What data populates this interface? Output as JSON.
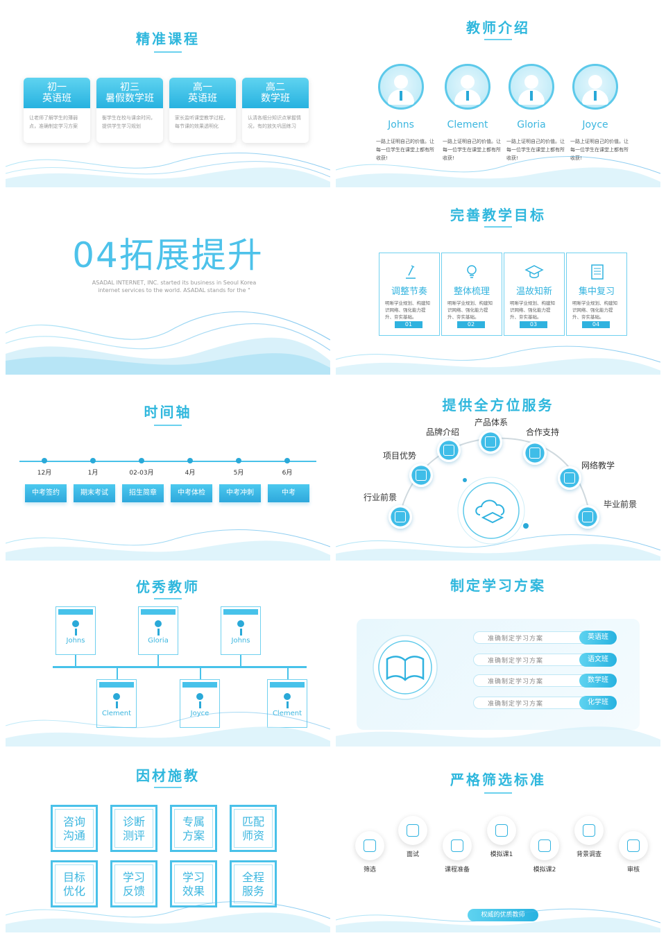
{
  "colors": {
    "accent": "#2fb7dd",
    "accent_dark": "#2aa9d8",
    "accent_light": "#6ad1ee"
  },
  "slide1": {
    "title": "精准课程",
    "courses": [
      {
        "line1": "初一",
        "line2": "英语班",
        "desc": "让老师了解学生的薄弱点，准确制定学习方案"
      },
      {
        "line1": "初三",
        "line2": "暑假数学班",
        "desc": "衡学生在校与课余时间，提供学生学习规划"
      },
      {
        "line1": "高一",
        "line2": "英语班",
        "desc": "家长监听课堂教学过程，每节课的效果透明化"
      },
      {
        "line1": "高二",
        "line2": "数学班",
        "desc": "认清各细分知识点掌握情况，有的放矢巩固练习"
      }
    ]
  },
  "slide2": {
    "title": "教师介绍",
    "teachers": [
      {
        "name": "Johns",
        "desc": "一路上证明自己的价值。让每一位学生在课堂上都有所收获!"
      },
      {
        "name": "Clement",
        "desc": "一路上证明自己的价值。让每一位学生在课堂上都有所收获!"
      },
      {
        "name": "Gloria",
        "desc": "一路上证明自己的价值。让每一位学生在课堂上都有所收获!"
      },
      {
        "name": "Joyce",
        "desc": "一路上证明自己的价值。让每一位学生在课堂上都有所收获!"
      }
    ]
  },
  "slide3": {
    "title": "04拓展提升",
    "subtitle": "ASADAL INTERNET, INC. started its business in Seoul Korea internet services to the world. ASADAL stands for the \""
  },
  "slide4": {
    "title": "完善教学目标",
    "goals": [
      {
        "title": "调整节奏",
        "desc": "明晰学业规划、构建知识网络、强化能力提升、夯实基础。",
        "num": "01",
        "icon": "microscope-icon"
      },
      {
        "title": "整体梳理",
        "desc": "明晰学业规划、构建知识网络、强化能力提升、夯实基础。",
        "num": "02",
        "icon": "lightbulb-icon"
      },
      {
        "title": "温故知新",
        "desc": "明晰学业规划、构建知识网络、强化能力提升、夯实基础。",
        "num": "03",
        "icon": "graduation-cap-icon"
      },
      {
        "title": "集中复习",
        "desc": "明晰学业规划、构建知识网络、强化能力提升、夯实基础。",
        "num": "04",
        "icon": "notebook-icon"
      }
    ]
  },
  "slide5": {
    "title": "时间轴",
    "items": [
      {
        "date": "12月",
        "label": "中考签约"
      },
      {
        "date": "1月",
        "label": "期末考试"
      },
      {
        "date": "02-03月",
        "label": "招生简章"
      },
      {
        "date": "4月",
        "label": "中考体检"
      },
      {
        "date": "5月",
        "label": "中考冲刺"
      },
      {
        "date": "6月",
        "label": "中考"
      }
    ]
  },
  "slide6": {
    "title": "提供全方位服务",
    "services": [
      "行业前景",
      "项目优势",
      "品牌介绍",
      "产品体系",
      "合作支持",
      "网络教学",
      "毕业前景"
    ]
  },
  "slide7": {
    "title": "优秀教师",
    "top": [
      "Johns",
      "Gloria",
      "Johns"
    ],
    "bottom": [
      "Clement",
      "Joyce",
      "Clement"
    ]
  },
  "slide8": {
    "title": "制定学习方案",
    "plans": [
      {
        "text": "准确制定学习方案",
        "tag": "英语班"
      },
      {
        "text": "准确制定学习方案",
        "tag": "语文班"
      },
      {
        "text": "准确制定学习方案",
        "tag": "数学班"
      },
      {
        "text": "准确制定学习方案",
        "tag": "化学班"
      }
    ]
  },
  "slide9": {
    "title": "因材施教",
    "cells": [
      {
        "a": "咨询",
        "b": "沟通"
      },
      {
        "a": "诊断",
        "b": "测评"
      },
      {
        "a": "专属",
        "b": "方案"
      },
      {
        "a": "匹配",
        "b": "师资"
      },
      {
        "a": "目标",
        "b": "优化"
      },
      {
        "a": "学习",
        "b": "反馈"
      },
      {
        "a": "学习",
        "b": "效果"
      },
      {
        "a": "全程",
        "b": "服务"
      }
    ]
  },
  "slide10": {
    "title": "严格筛选标准",
    "steps": [
      "筛选",
      "面试",
      "课程准备",
      "模拟课1",
      "模拟课2",
      "背景调查",
      "审核"
    ],
    "badge": "权威的优质教师"
  }
}
